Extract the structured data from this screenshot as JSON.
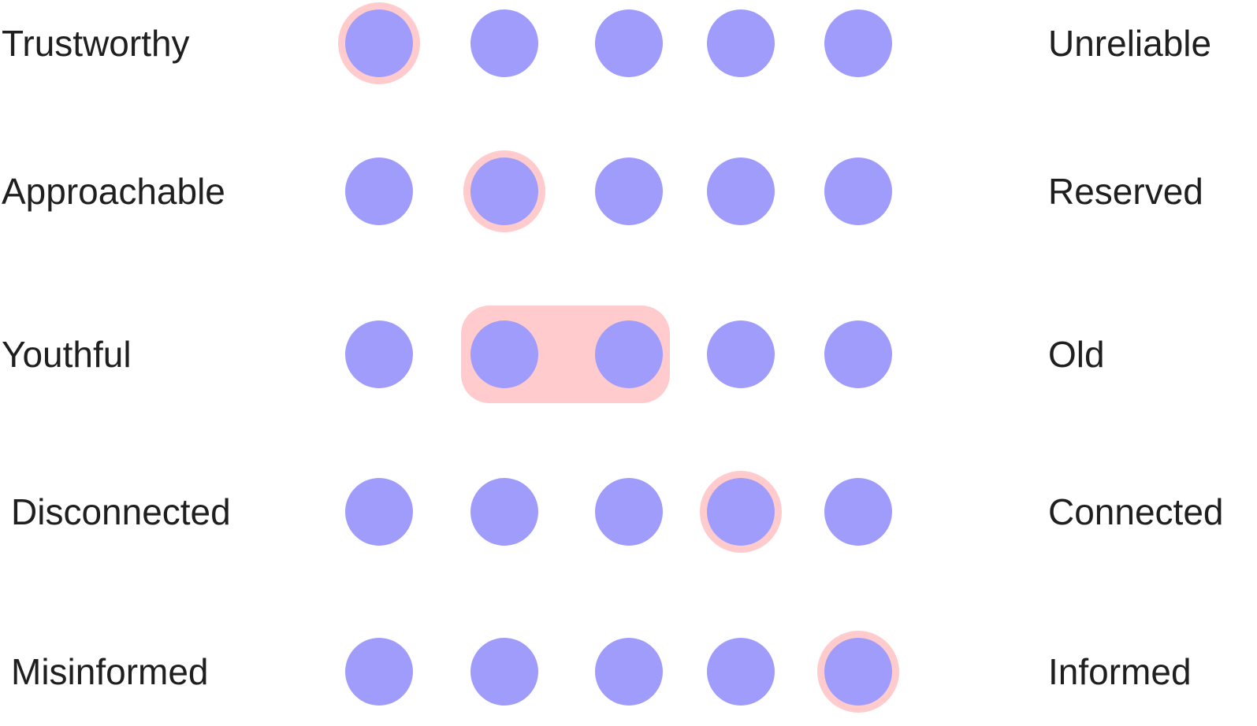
{
  "colors": {
    "dot": "#a09cfb",
    "highlight": "#ffcbcd",
    "text": "#1f1f1f"
  },
  "scale_points": 5,
  "rows": [
    {
      "left": "Trustworthy",
      "right": "Unreliable",
      "selected": [
        1
      ]
    },
    {
      "left": "Approachable",
      "right": "Reserved",
      "selected": [
        2
      ]
    },
    {
      "left": "Youthful",
      "right": "Old",
      "selected": [
        2,
        3
      ]
    },
    {
      "left": "Disconnected",
      "right": "Connected",
      "selected": [
        4
      ]
    },
    {
      "left": "Misinformed",
      "right": "Informed",
      "selected": [
        5
      ]
    }
  ]
}
